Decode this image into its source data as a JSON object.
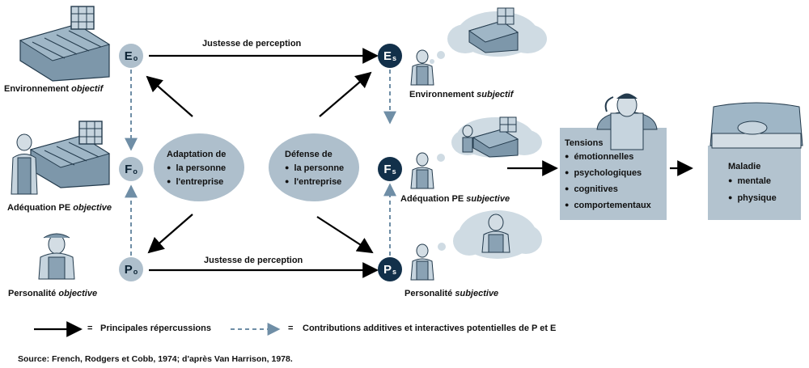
{
  "nodes": {
    "e_obj": {
      "letter": "E",
      "sub": "o"
    },
    "f_obj": {
      "letter": "F",
      "sub": "o"
    },
    "p_obj": {
      "letter": "P",
      "sub": "o"
    },
    "e_subj": {
      "letter": "E",
      "sub": "s"
    },
    "f_subj": {
      "letter": "F",
      "sub": "s"
    },
    "p_subj": {
      "letter": "P",
      "sub": "s"
    }
  },
  "arrows": {
    "top_label": "Justesse de perception",
    "bottom_label": "Justesse de perception"
  },
  "labels": {
    "env_obj": {
      "main": "Environnement",
      "qual": "objectif"
    },
    "fit_obj": {
      "main": "Adéquation PE",
      "qual": "objective"
    },
    "pers_obj": {
      "main": "Personalité",
      "qual": "objective"
    },
    "env_subj": {
      "main": "Environnement",
      "qual": "subjectif"
    },
    "fit_subj": {
      "main": "Adéquation PE",
      "qual": "subjective"
    },
    "pers_subj": {
      "main": "Personalité",
      "qual": "subjective"
    }
  },
  "adaptation": {
    "title": "Adaptation de",
    "items": [
      "la personne",
      "l'entreprise"
    ]
  },
  "defense": {
    "title": "Défense de",
    "items": [
      "la personne",
      "l'entreprise"
    ]
  },
  "tensions": {
    "title": "Tensions",
    "items": [
      "émotionnelles",
      "psychologiques",
      "cognitives",
      "comportementaux"
    ]
  },
  "maladie": {
    "title": "Maladie",
    "items": [
      "mentale",
      "physique"
    ]
  },
  "legend": {
    "solid": "Principales répercussions",
    "dashed": "Contributions additives et interactives potentielles de P et E",
    "eq": "="
  },
  "source": "Source: French, Rodgers et Cobb, 1974; d'après Van Harrison, 1978.",
  "colors": {
    "node_obj": "#aebfcc",
    "node_subj": "#12304a",
    "dashed": "#6f8ea6",
    "panel": "#b3c3cf",
    "cloud": "#cfdbe3"
  }
}
